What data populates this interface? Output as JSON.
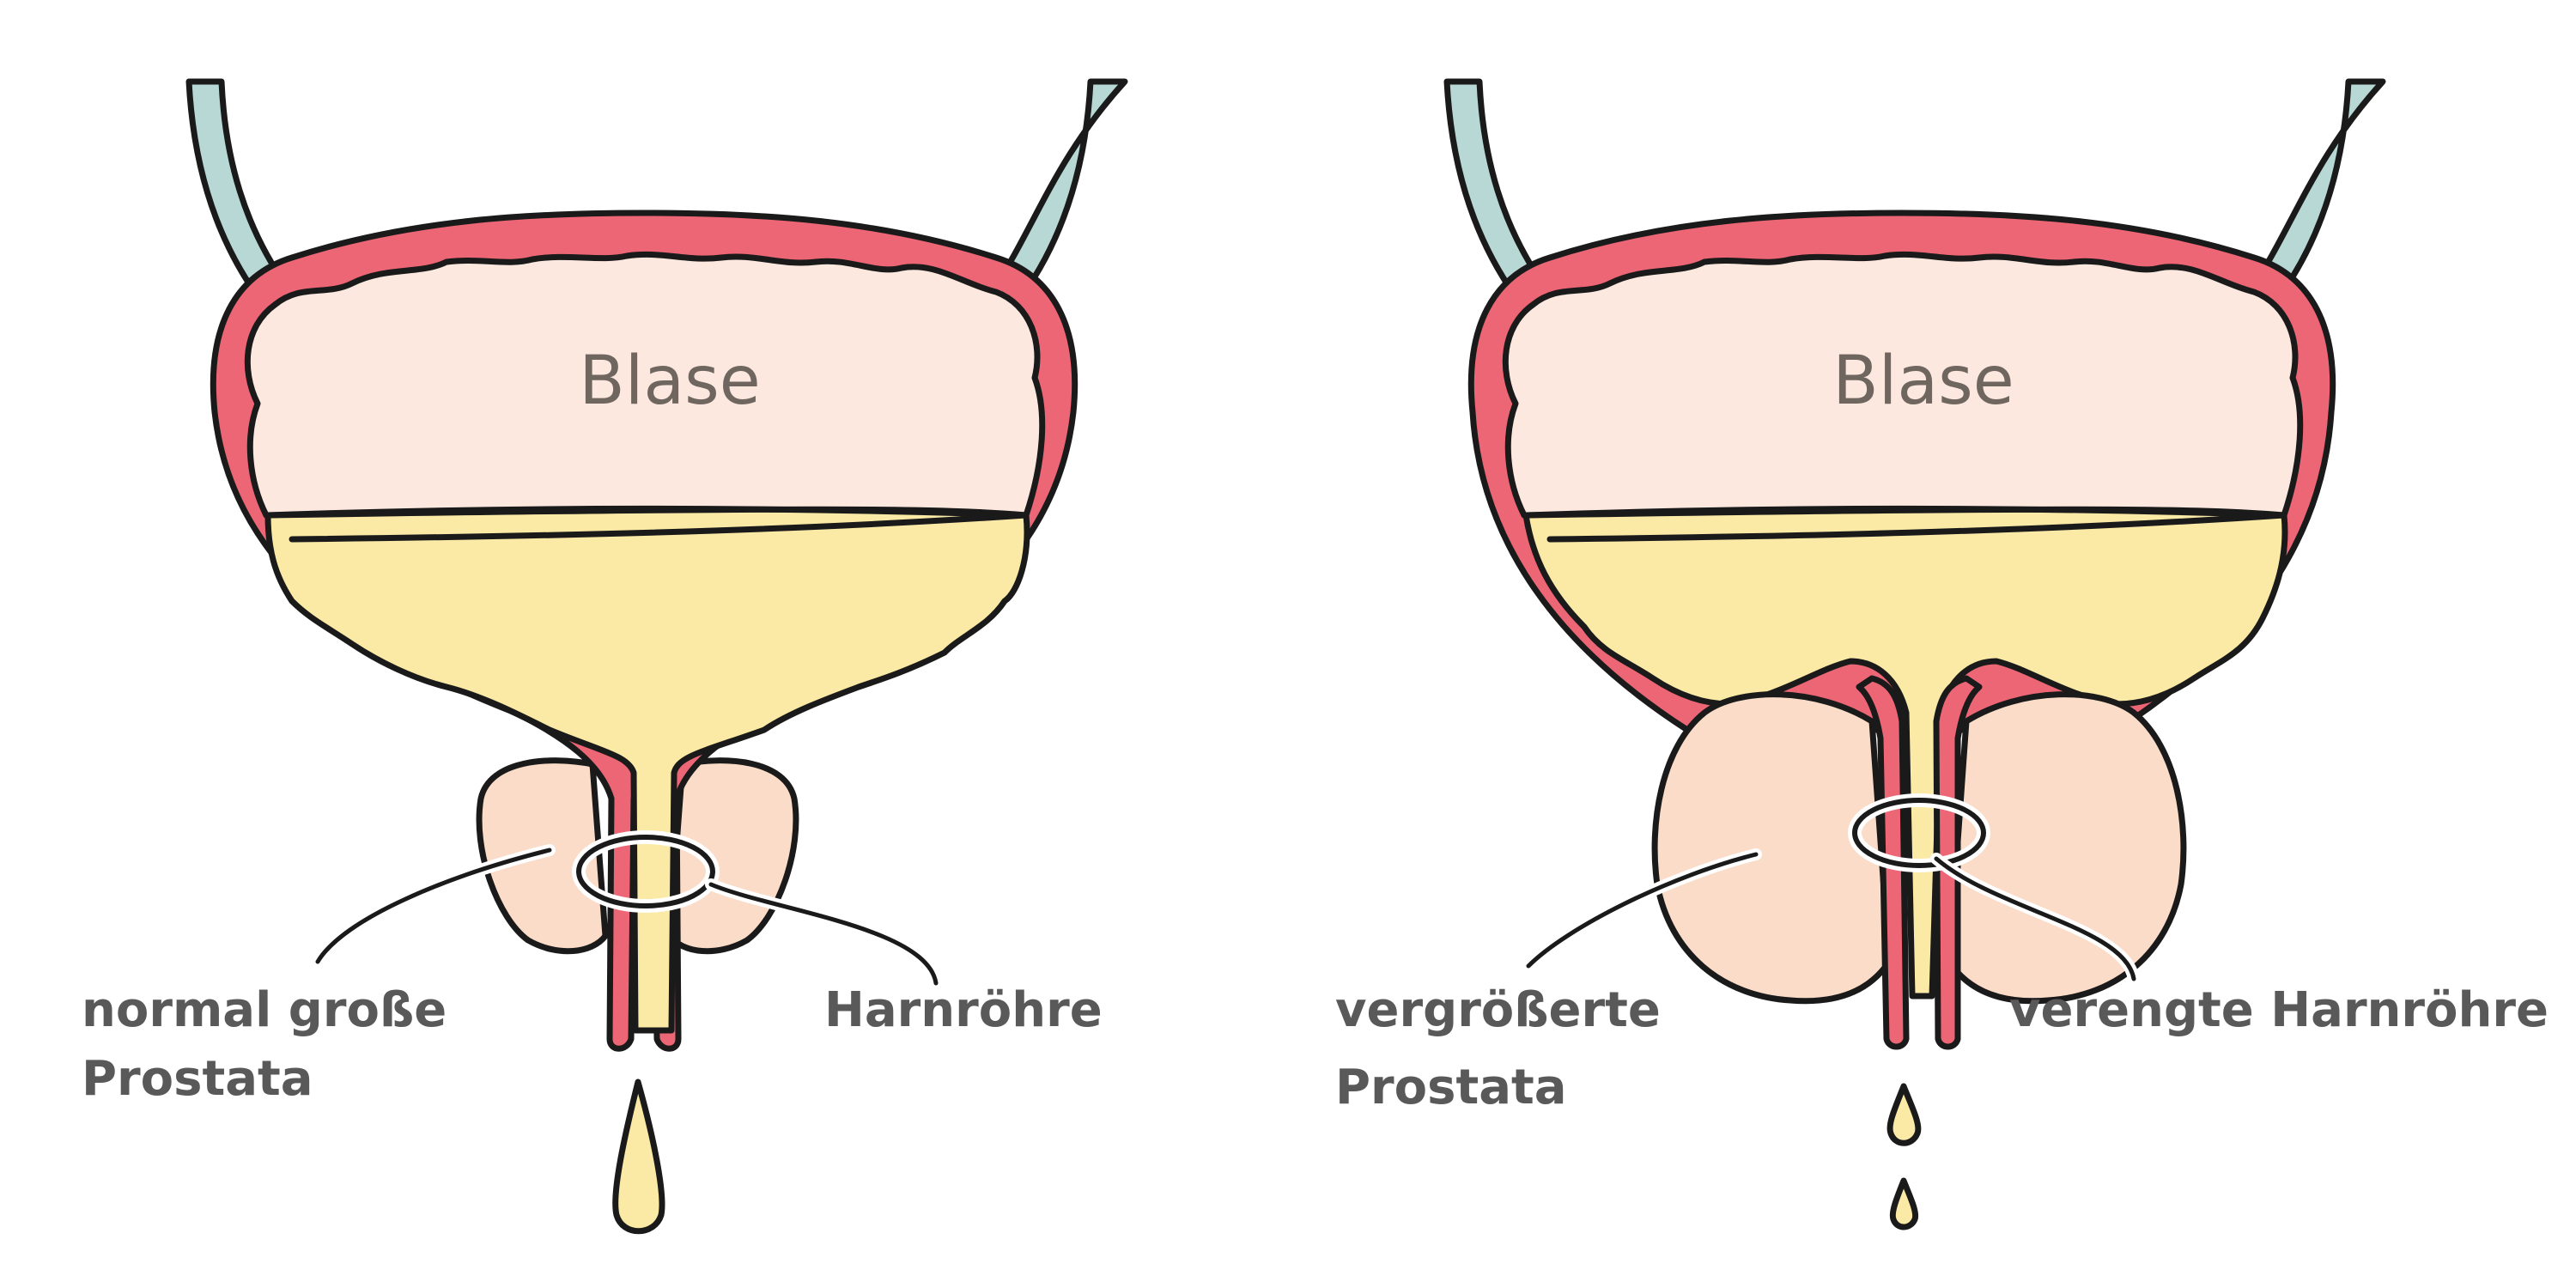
{
  "panels": [
    {
      "title": "Blase",
      "prostate_label_line1": "normal große",
      "prostate_label_line2": "Prostata",
      "urethra_label": "Harnröhre"
    },
    {
      "title": "Blase",
      "prostate_label_line1": "vergrößerte",
      "prostate_label_line2": "Prostata",
      "urethra_label": "verengte Harnröhre"
    }
  ],
  "colors": {
    "bladder_wall": "#ec6675",
    "bladder_inner": "#fce8de",
    "urine": "#fbe9a6",
    "ureter": "#b8d8d6",
    "prostate": "#fbdcc9",
    "outline": "#1a1a1a",
    "text": "#595959"
  }
}
